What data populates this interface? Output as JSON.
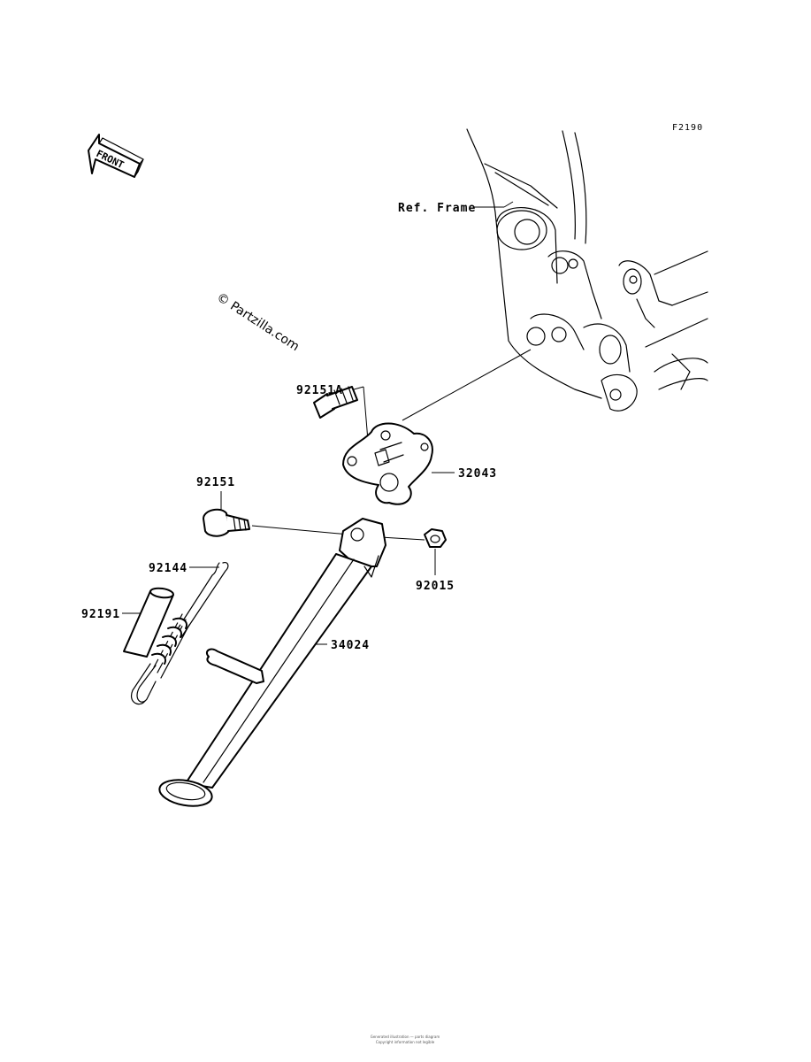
{
  "figure_code": "F2190",
  "front_arrow": {
    "text": "FRONT",
    "icon": "front-direction-arrow-icon"
  },
  "watermark": "© Partzilla.com",
  "callouts": {
    "ref_frame": "Ref. Frame",
    "bolt_a": "92151A",
    "bracket": "32043",
    "bolt": "92151",
    "nut": "92015",
    "spring": "92144",
    "sleeve": "92191",
    "side_stand": "34024"
  },
  "footer": [
    "Generated illustration — parts diagram",
    "Copyright information not legible"
  ]
}
